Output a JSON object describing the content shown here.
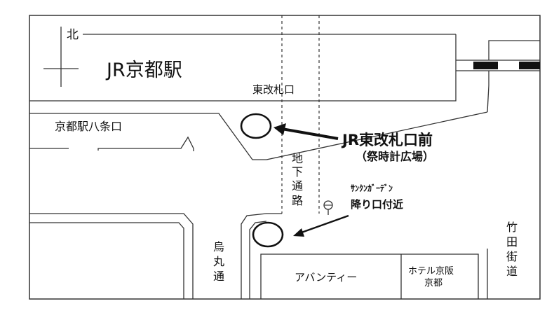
{
  "map": {
    "north_label": "北",
    "station_name": "JR京都駅",
    "east_gate": "東改札口",
    "hachijo_exit": "京都駅八条口",
    "callout_main": "JR東改札口前",
    "callout_sub": "（祭時計広場）",
    "underground_passage": [
      "地",
      "下",
      "通",
      "路"
    ],
    "sunken_garden": "ｻﾝｸﾝｶﾞｰﾃﾞﾝ",
    "sunken_garden_sub": "降り口付近",
    "karasuma_street": [
      "烏",
      "丸",
      "通"
    ],
    "takeda_street": [
      "竹",
      "田",
      "街",
      "道"
    ],
    "building_avanti": "アバンティー",
    "hotel_line1": "ホテル京阪",
    "hotel_line2": "京都"
  },
  "colors": {
    "line": "#333333",
    "ink": "#111111",
    "background": "#ffffff"
  }
}
